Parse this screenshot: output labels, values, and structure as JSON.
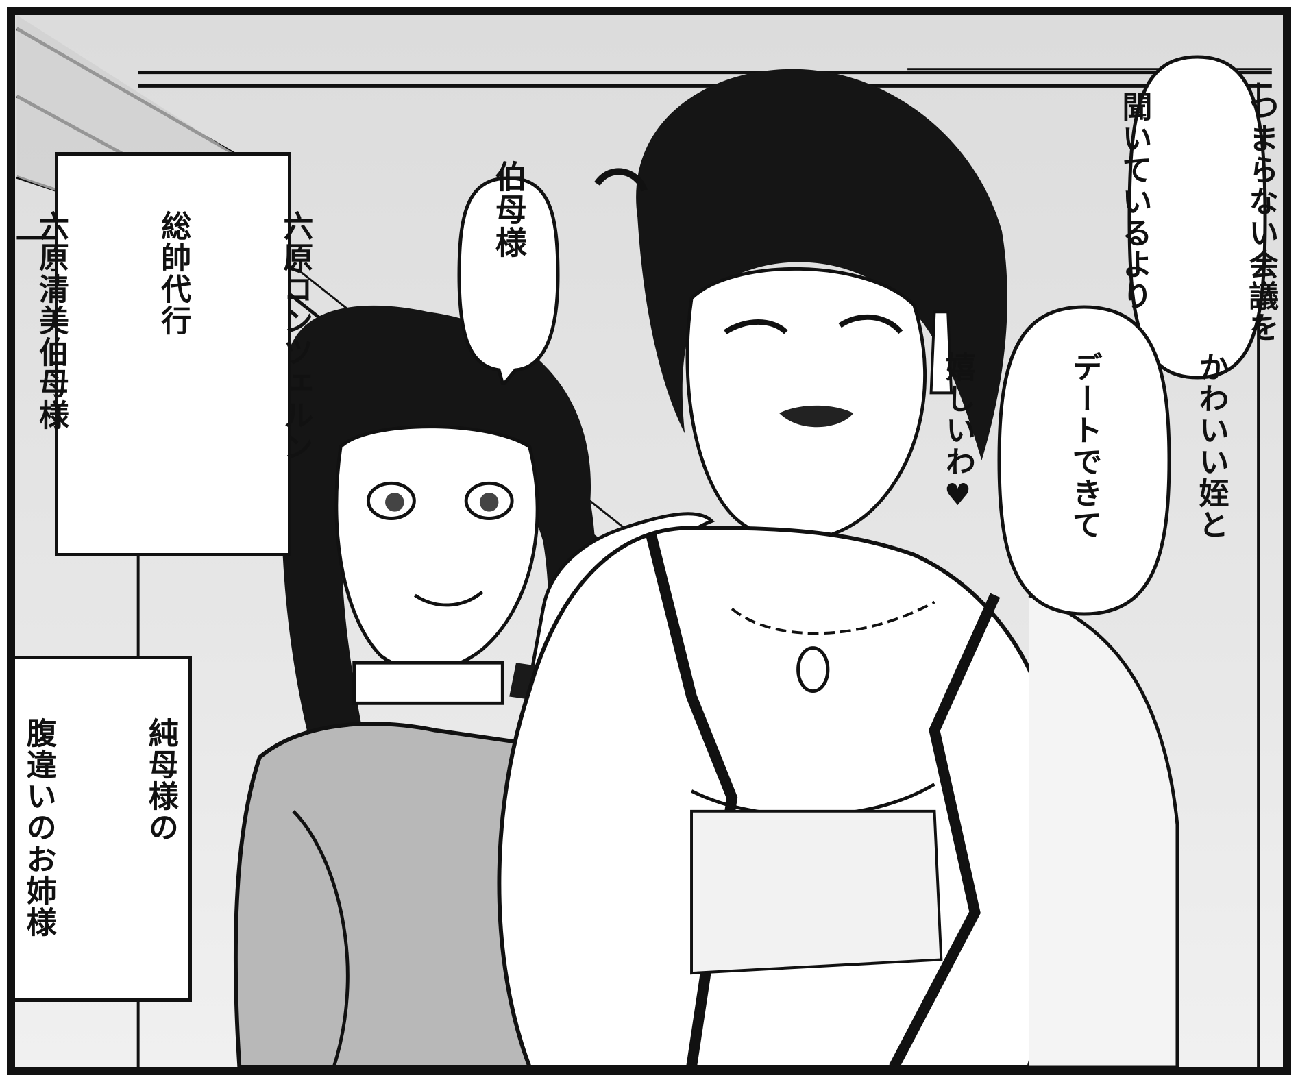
{
  "captions": {
    "title": [
      "六原コンツェルン",
      "総帥代行",
      "六原清美伯母様"
    ],
    "relation": [
      "純母様の",
      "腹違いのお姉様"
    ]
  },
  "bubbles": {
    "girl": [
      "伯母様"
    ],
    "aunt_top": [
      "つまらない会議を",
      "聞いているより"
    ],
    "aunt_bottom": [
      "かわいい姪と",
      "デートできて",
      "嬉しいわ♥"
    ]
  },
  "colors": {
    "ink": "#111111",
    "paper": "#ffffff",
    "screentone": "#dcdcdc"
  }
}
